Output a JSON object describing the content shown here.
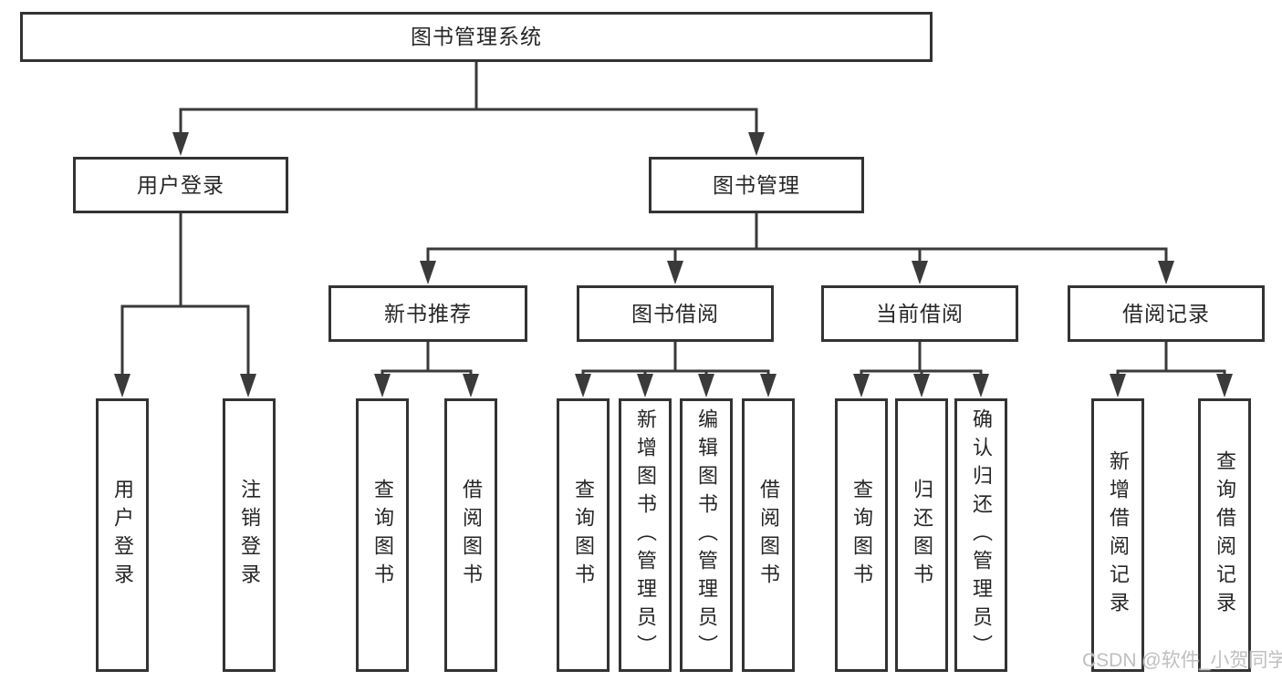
{
  "tree": {
    "root": "图书管理系统",
    "branches": [
      {
        "label": "用户登录",
        "children": [
          {
            "label": "用户登录"
          },
          {
            "label": "注销登录"
          }
        ]
      },
      {
        "label": "图书管理",
        "children": [
          {
            "label": "新书推荐",
            "children": [
              {
                "label": "查询图书"
              },
              {
                "label": "借阅图书"
              }
            ]
          },
          {
            "label": "图书借阅",
            "children": [
              {
                "label": "查询图书"
              },
              {
                "label": "新增图书（管理员）"
              },
              {
                "label": "编辑图书（管理员）"
              },
              {
                "label": "借阅图书"
              }
            ]
          },
          {
            "label": "当前借阅",
            "children": [
              {
                "label": "查询图书"
              },
              {
                "label": "归还图书"
              },
              {
                "label": "确认归还（管理员）"
              }
            ]
          },
          {
            "label": "借阅记录",
            "children": [
              {
                "label": "新增借阅记录"
              },
              {
                "label": "查询借阅记录"
              }
            ]
          }
        ]
      }
    ]
  },
  "watermark": {
    "text": "CSDN @软件_小贺同学"
  },
  "colors": {
    "line": "#3a3a3a",
    "box_border": "#333333",
    "text": "#262626",
    "watermark": "#c0bfbf",
    "background": "#ffffff"
  }
}
